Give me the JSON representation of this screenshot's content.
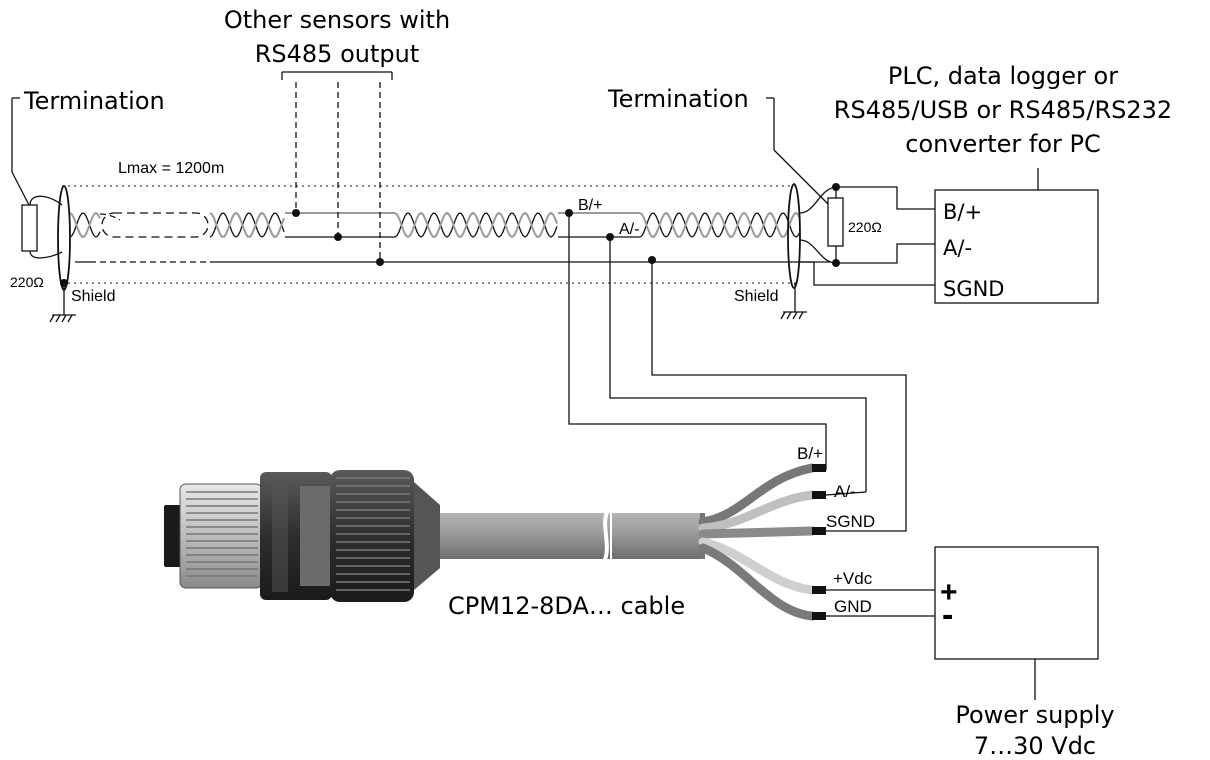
{
  "labels": {
    "other_sensors_line1": "Other sensors with",
    "other_sensors_line2": "RS485 output",
    "termination_left": "Termination",
    "termination_right": "Termination",
    "plc_line1": "PLC, data logger or",
    "plc_line2": "RS485/USB or RS485/RS232",
    "plc_line3": "converter for PC",
    "lmax": "Lmax = 1200m",
    "resistor_left": "220Ω",
    "resistor_right": "220Ω",
    "shield_left": "Shield",
    "shield_right": "Shield",
    "bus_b": "B/+",
    "bus_a": "A/-",
    "plc_b": "B/+",
    "plc_a": "A/-",
    "plc_sgnd": "SGND",
    "cable_b": "B/+",
    "cable_a": "A/-",
    "cable_sgnd": "SGND",
    "cable_vdc": "+Vdc",
    "cable_gnd": "GND",
    "cable_name": "CPM12-8DA… cable",
    "ps_plus": "+",
    "ps_minus": "-",
    "ps_line1": "Power supply",
    "ps_line2": "7…30 Vdc"
  },
  "colors": {
    "wire": "#111111",
    "twisted_gray": "#9a9a9a",
    "cable_jacket": "#8c8c8c",
    "connector_body": "#3a3a3a"
  }
}
